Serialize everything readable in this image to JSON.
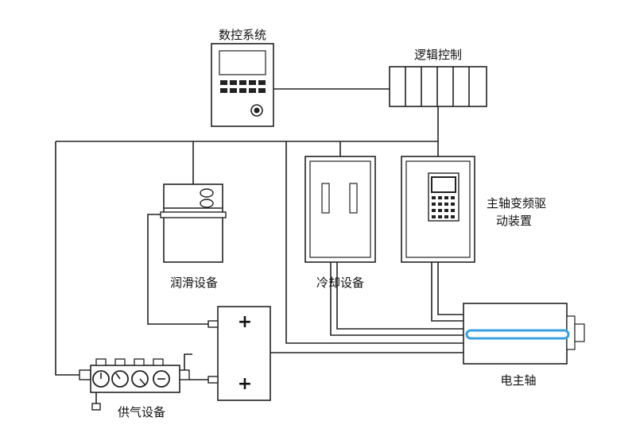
{
  "labels": {
    "cnc_system": "数控系统",
    "logic_control": "逻辑控制",
    "spindle_drive_line1": "主轴变频驱",
    "spindle_drive_line2": "动装置",
    "lubrication": "润滑设备",
    "cooling": "冷却设备",
    "air_supply": "供气设备",
    "electric_spindle": "电主轴"
  },
  "symbols": {
    "plus_top": "+",
    "plus_bottom": "+"
  },
  "colors": {
    "line": "#222222",
    "spindle_highlight": "#3aa0e0"
  }
}
